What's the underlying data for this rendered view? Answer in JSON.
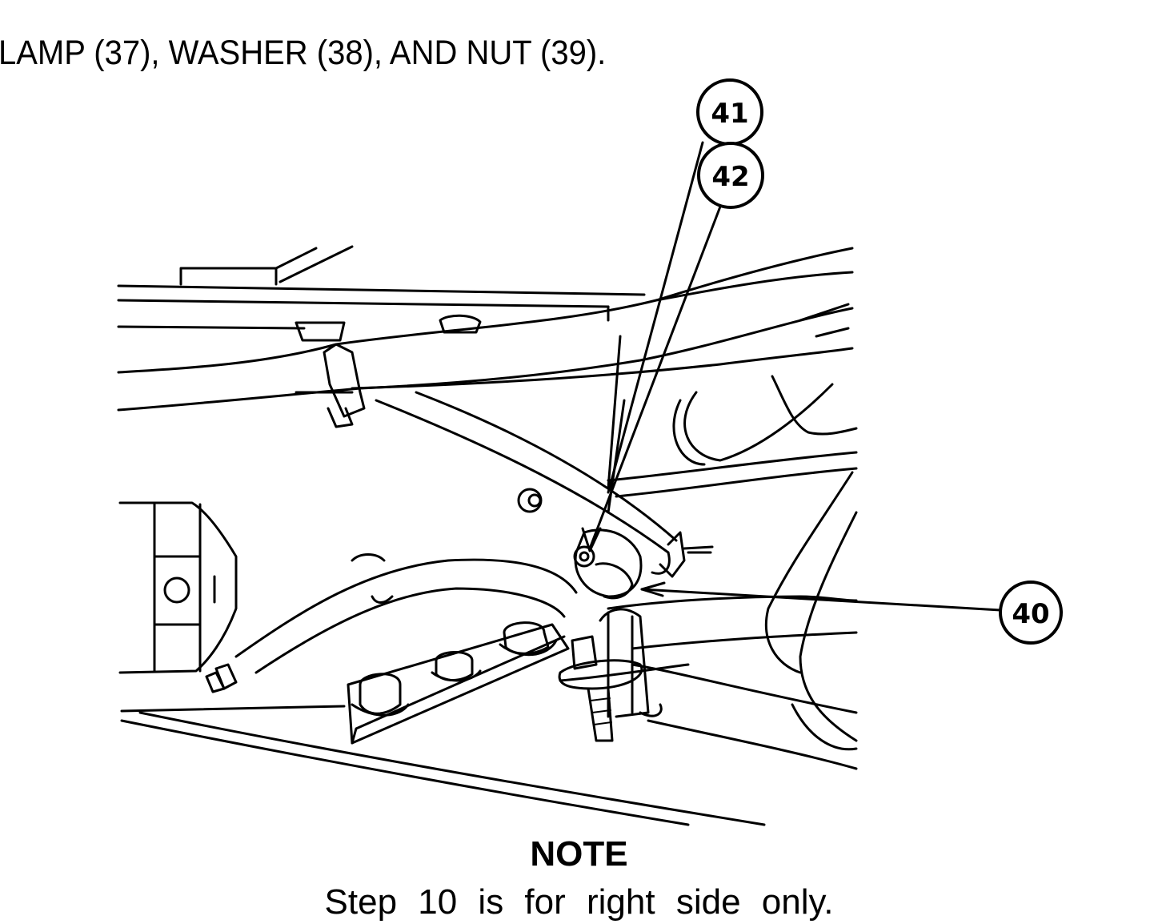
{
  "step_text": "LAMP (37), WASHER (38), AND NUT (39).",
  "callouts": [
    {
      "id": "41",
      "label": "41"
    },
    {
      "id": "42",
      "label": "42"
    },
    {
      "id": "40",
      "label": "40"
    }
  ],
  "note": {
    "title": "NOTE",
    "body": "Step 10 is for right side only."
  }
}
